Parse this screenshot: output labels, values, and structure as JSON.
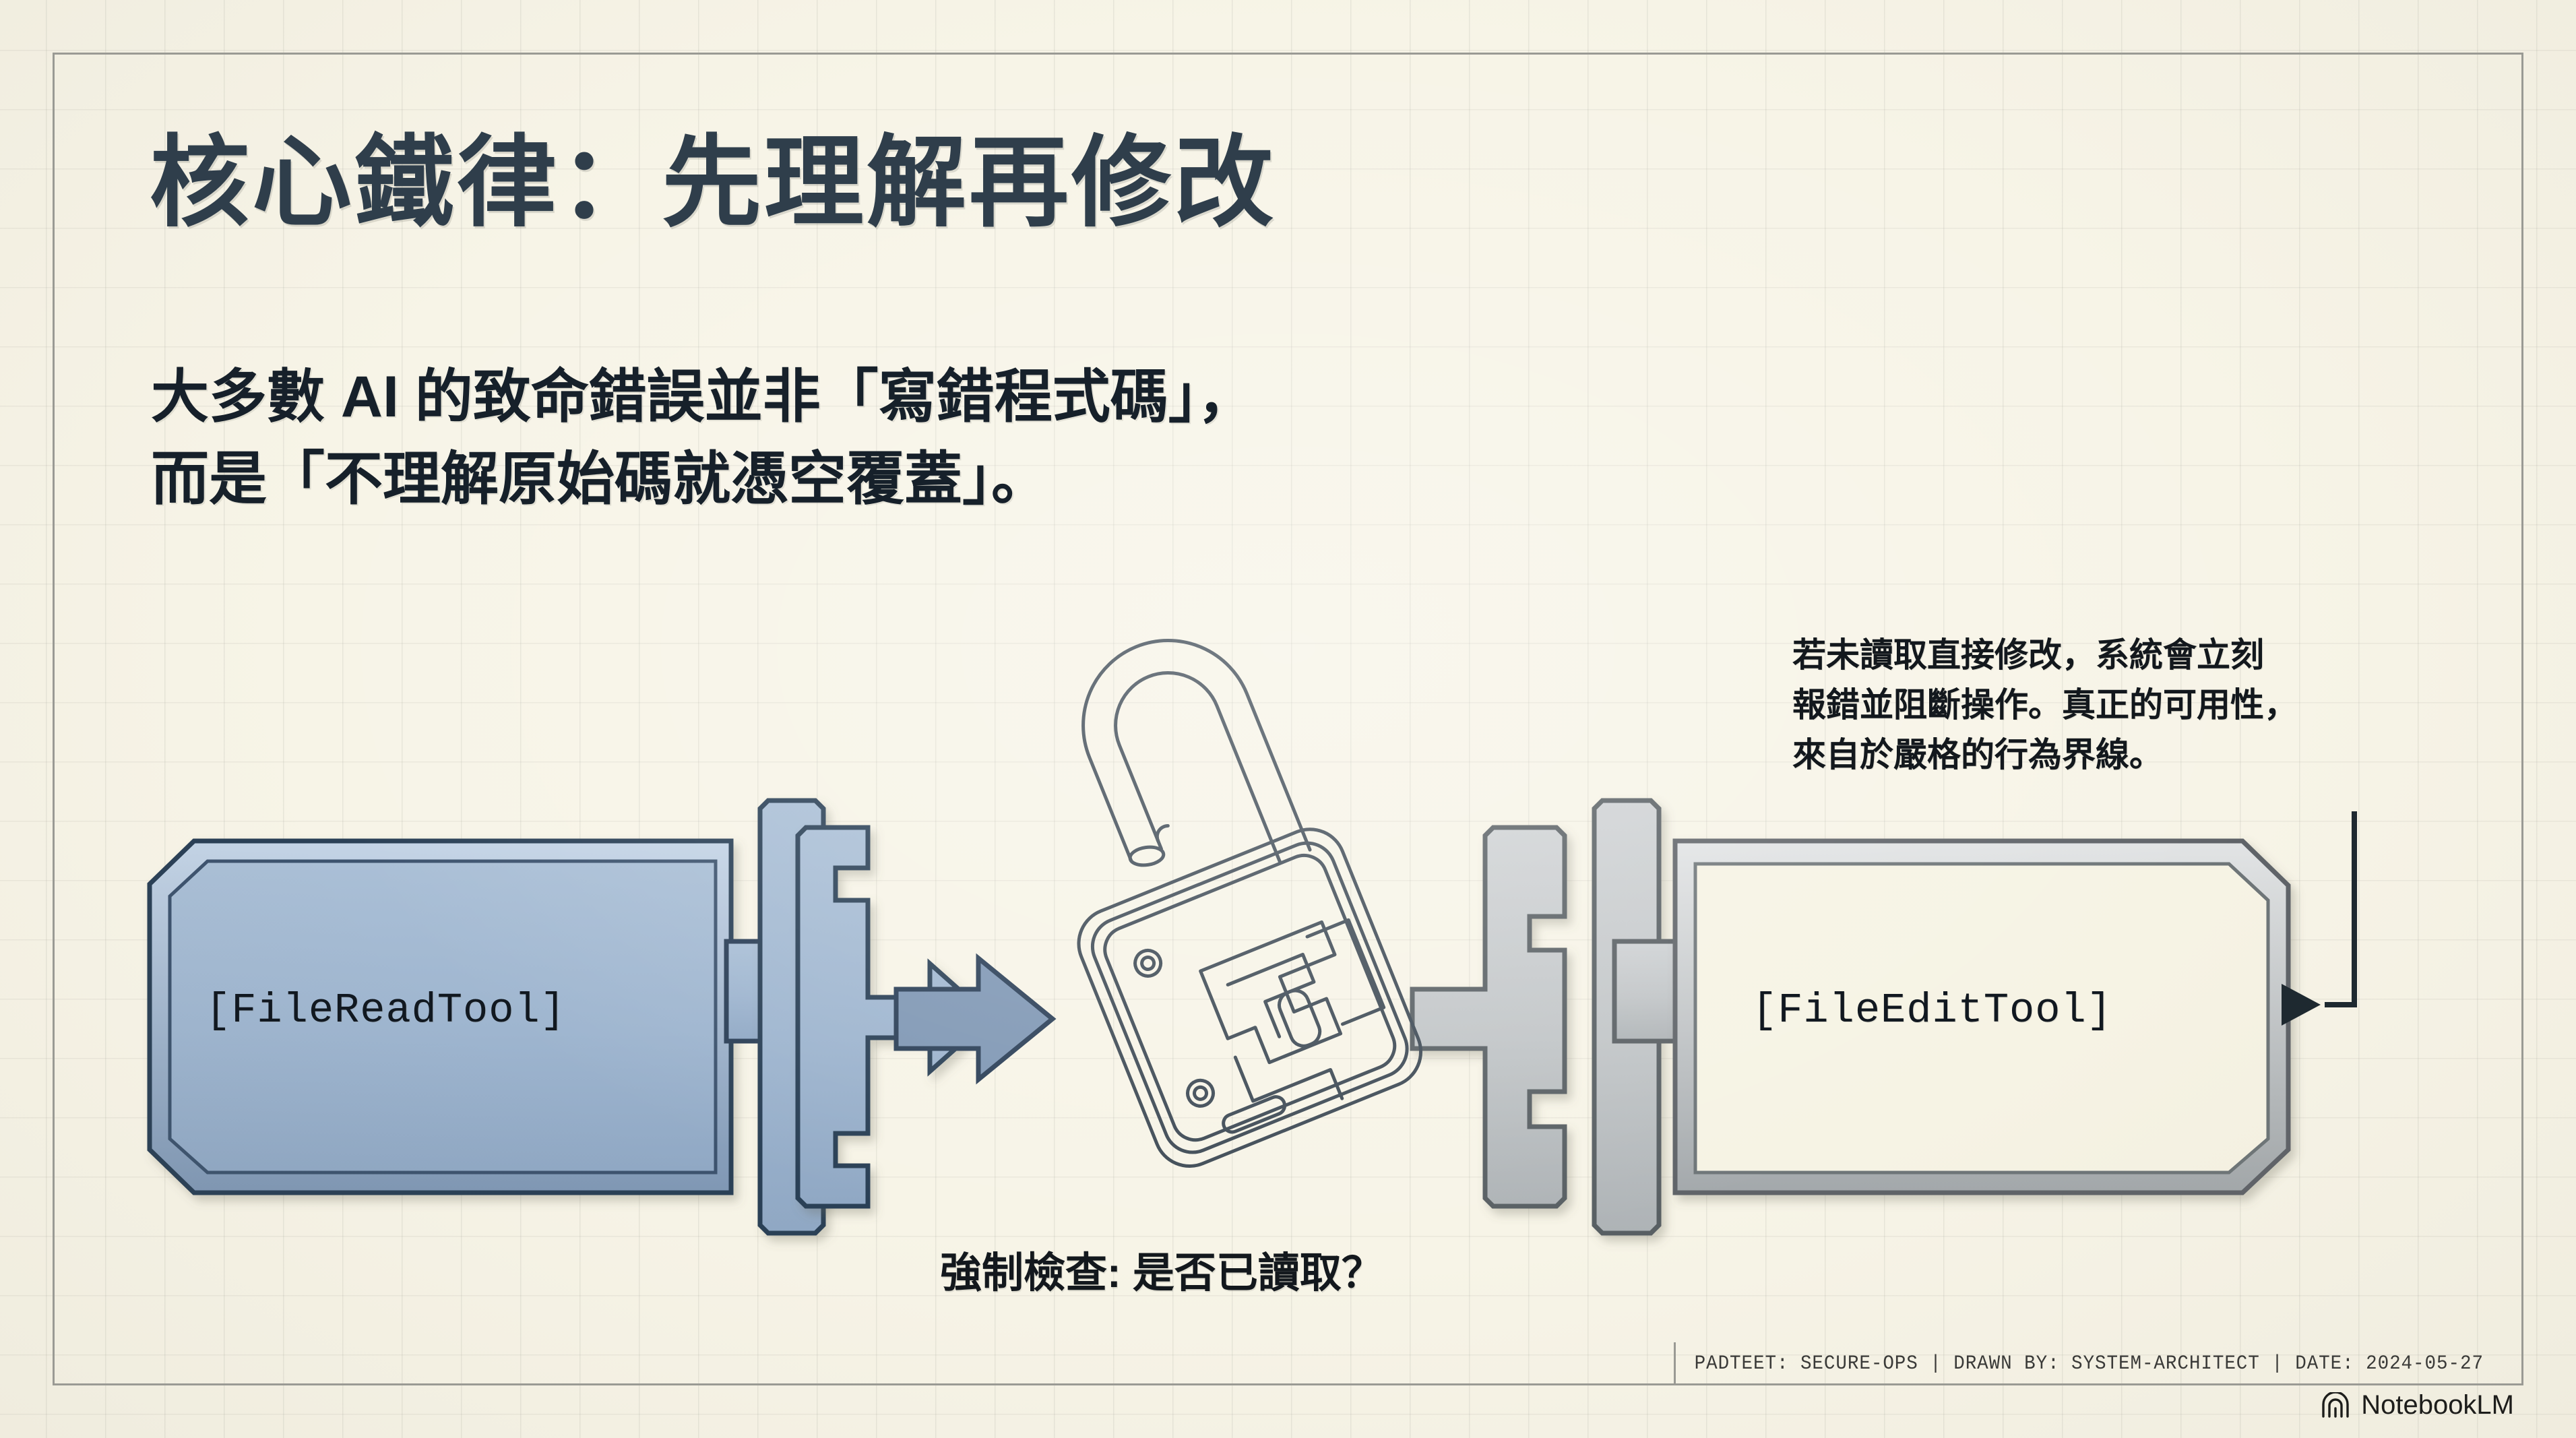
{
  "page": {
    "title": "核心鐵律：先理解再修改",
    "subtitle": "大多數 AI 的致命錯誤並非「寫錯程式碼」，\n而是「不理解原始碼就憑空覆蓋」。",
    "annotation": "若未讀取直接修改，系統會立刻\n報錯並阻斷操作。真正的可用性，\n來自於嚴格的行為界線。",
    "caption": "強制檢查: 是否已讀取？"
  },
  "diagram": {
    "left_tool_label": "[FileReadTool]",
    "right_tool_label": "[FileEditTool]",
    "center_icon": "open-padlock-icon",
    "flow_arrow": "arrow-right-icon",
    "callout_arrow": "arrow-left-icon"
  },
  "footer": {
    "stamp": "PADTEET: SECURE-OPS | DRAWN BY: SYSTEM-ARCHITECT | DATE: 2024-05-27",
    "brand": "NotebookLM",
    "brand_icon": "notebooklm-arc-icon"
  },
  "colors": {
    "paper": "#f7f4e7",
    "grid": "#96968c",
    "frame": "#9a9a94",
    "title": "#2f3e4b",
    "body_text": "#13181d",
    "blue_fill": "#9fb6d0",
    "blue_stroke": "#2b3f57",
    "gray_fill": "#bfc3c5",
    "gray_stroke": "#595f63"
  }
}
